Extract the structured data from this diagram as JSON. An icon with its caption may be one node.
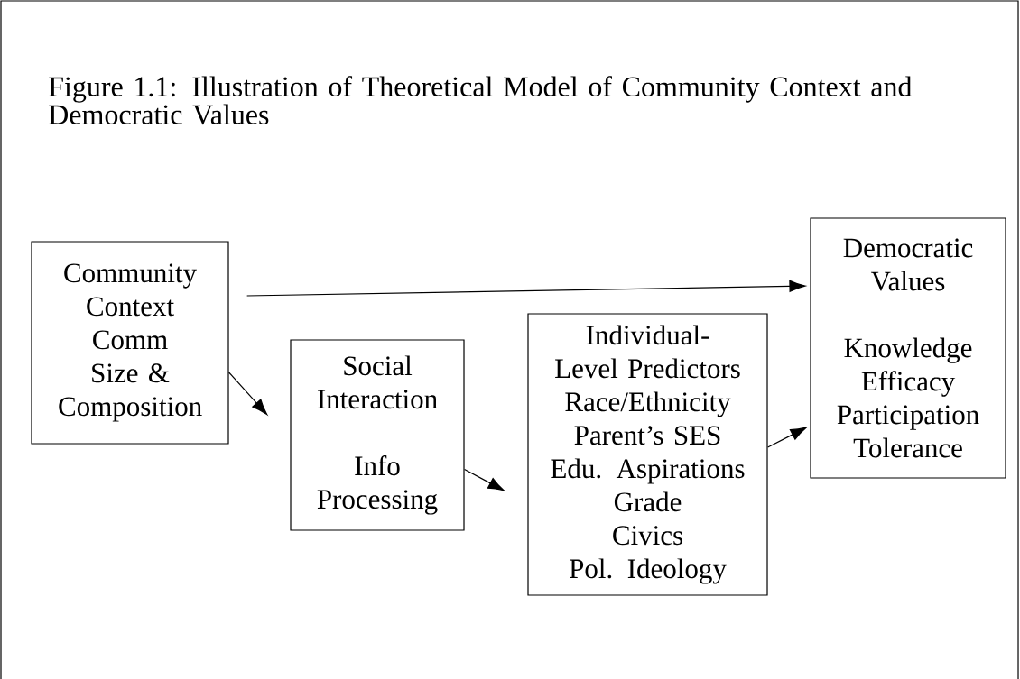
{
  "diagram": {
    "title": "Figure 1.1:  Illustration of Theoretical Model of Community Context and Democratic Values",
    "nodes": [
      {
        "text": [
          "Community Context",
          "Comm Size & Composition"
        ]
      },
      {
        "text": [
          "Social Interaction",
          "Info Processing"
        ]
      },
      {
        "text": [
          "Individual-Level Predictors",
          "Race/Ethnicity",
          "Parent’s SES",
          "Edu. Aspirations",
          "Grade",
          "Civics",
          "Pol. Ideology"
        ]
      },
      {
        "text": [
          "Democratic Values",
          "Knowledge Efficacy Participation Tolerance"
        ]
      }
    ],
    "edges": [
      {
        "from": 0,
        "to": 3,
        "arrow": "to"
      },
      {
        "from": 0,
        "to": 1,
        "arrow": "to"
      },
      {
        "from": 1,
        "to": 2,
        "arrow": "to"
      },
      {
        "from": 2,
        "to": 3,
        "arrow": "to"
      }
    ]
  }
}
